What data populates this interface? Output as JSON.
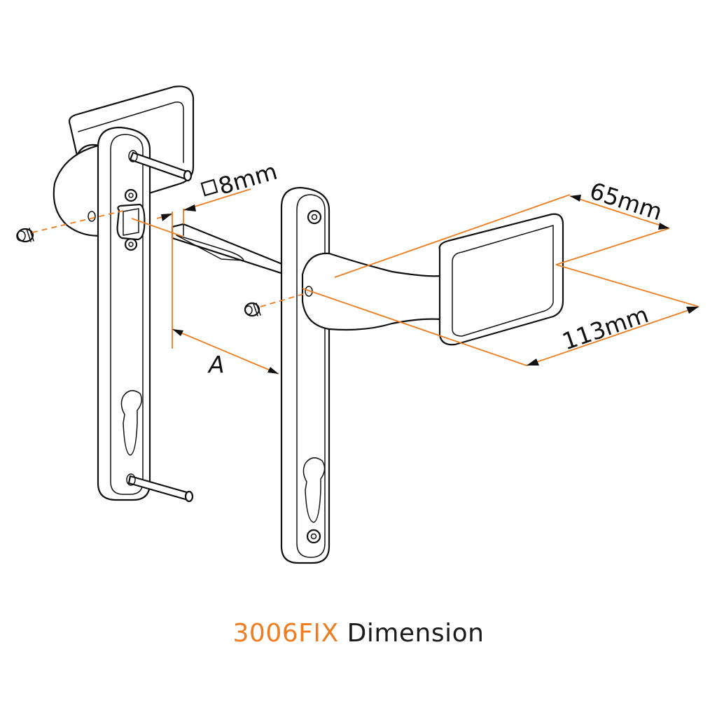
{
  "caption": {
    "product_code": "3006FIX",
    "label": "Dimension",
    "code_color": "#ee7d21",
    "label_color": "#1a1a1a"
  },
  "dimensions": {
    "spindle_square": {
      "symbol": "□",
      "value": "8mm"
    },
    "handle_depth": {
      "value": "65mm"
    },
    "handle_length": {
      "value": "113mm"
    },
    "backplate_gap": {
      "value": "A"
    }
  },
  "parts": [
    "inner-backplate-with-lever",
    "spindle-square-bar",
    "outer-backplate-with-lever",
    "grub-screw-left",
    "grub-screw-center",
    "fixing-bolt-top",
    "fixing-bolt-bottom"
  ],
  "colors": {
    "dimension_line": "#ee7d21",
    "line_art": "#111111",
    "background": "#ffffff"
  }
}
